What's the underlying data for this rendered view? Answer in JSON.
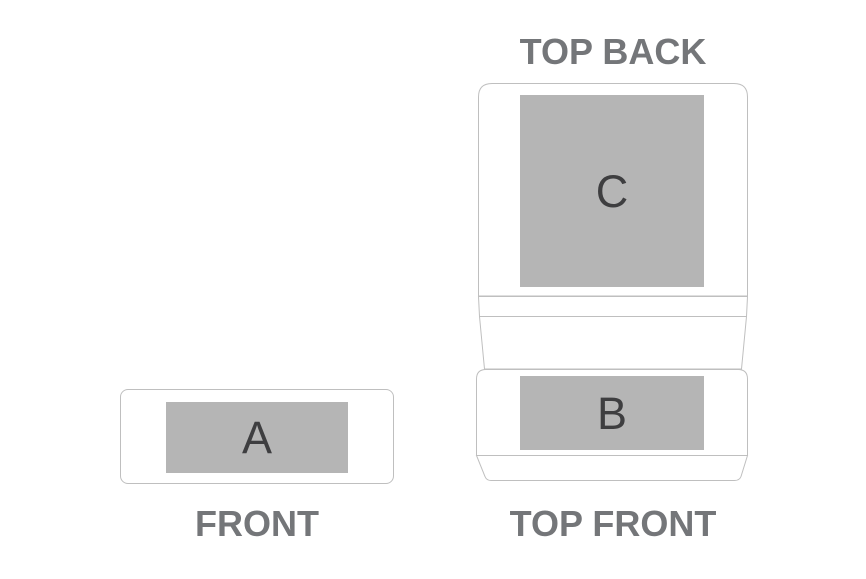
{
  "diagram": {
    "title_hint": "imprint area template diagram",
    "views": {
      "front": {
        "label": "FRONT",
        "imprint_letter": "A"
      },
      "top_back": {
        "label": "TOP BACK",
        "imprint_letter": "C"
      },
      "top_front": {
        "label": "TOP FRONT",
        "imprint_letter": "B"
      }
    },
    "colors": {
      "background": "#ffffff",
      "outline": "#bfbfbf",
      "imprint_area_fill": "#b5b5b5",
      "imprint_letter": "#3e3e40",
      "view_label": "#747679"
    }
  }
}
